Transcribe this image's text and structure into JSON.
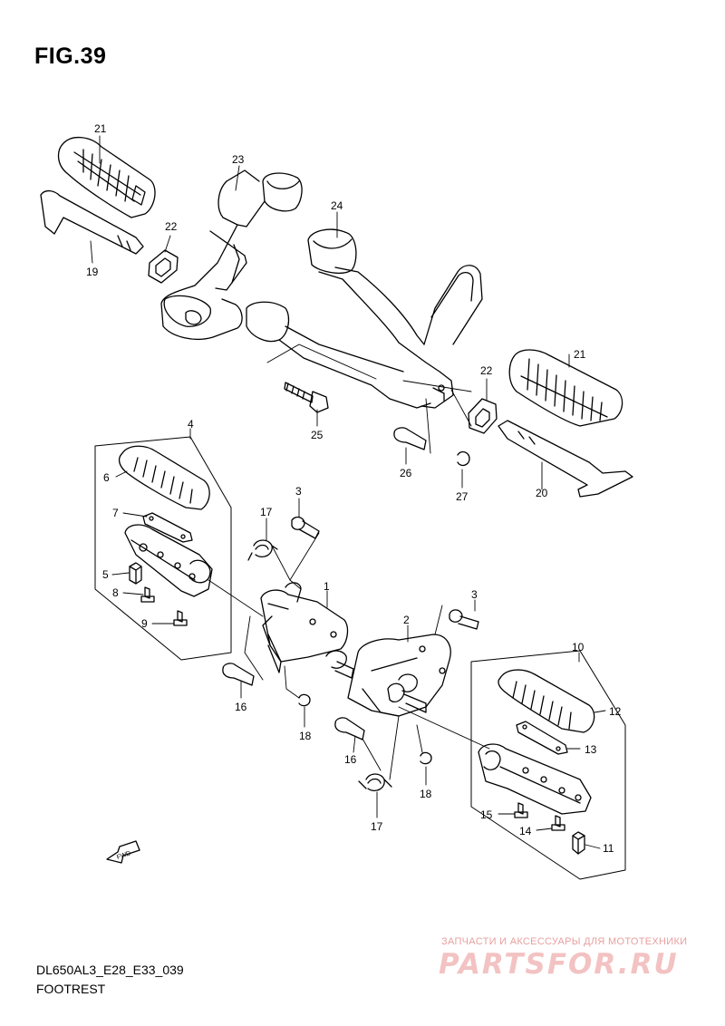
{
  "figure": {
    "title": "FIG.39",
    "model_code": "DL650AL3_E28_E33_039",
    "name": "FOOTREST"
  },
  "watermark": {
    "tagline": "ЗАПЧАСТИ И АКСЕССУАРЫ ДЛЯ МОТОТЕХНИКИ",
    "logo_text": "PARTSFOR.RU"
  },
  "fwd_label": "FWD",
  "callouts": [
    "21",
    "23",
    "24",
    "22",
    "19",
    "25",
    "22",
    "21",
    "26",
    "27",
    "20",
    "4",
    "6",
    "7",
    "17",
    "3",
    "5",
    "8",
    "9",
    "1",
    "16",
    "18",
    "2",
    "3",
    "10",
    "12",
    "13",
    "16",
    "18",
    "17",
    "15",
    "14",
    "11"
  ]
}
